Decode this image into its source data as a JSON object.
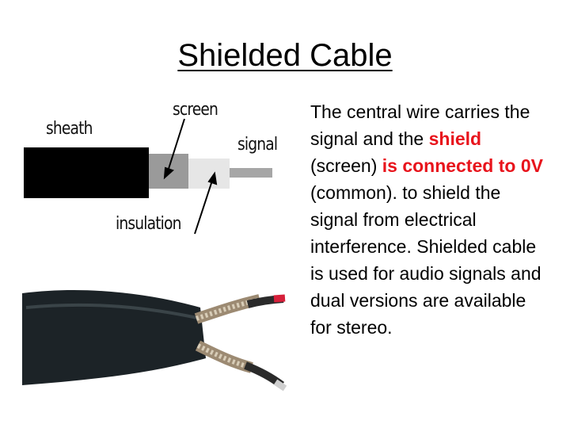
{
  "slide": {
    "title": "Shielded Cable"
  },
  "diagram": {
    "labels": {
      "sheath": "sheath",
      "screen": "screen",
      "signal": "signal",
      "insulation": "insulation"
    },
    "colors": {
      "sheath": "#000000",
      "screen": "#9a9a9a",
      "insulation": "#e6e6e6",
      "signal": "#a6a6a6"
    }
  },
  "text": {
    "part1": "The central wire carries the signal and the ",
    "shield": "shield",
    "part2": " (screen) ",
    "connected": "is connected to 0V",
    "part3": " (common). to shield the signal from electrical interference. Shielded cable is used for audio signals and dual versions are available for stereo.",
    "highlight_color": "#e8141c"
  }
}
